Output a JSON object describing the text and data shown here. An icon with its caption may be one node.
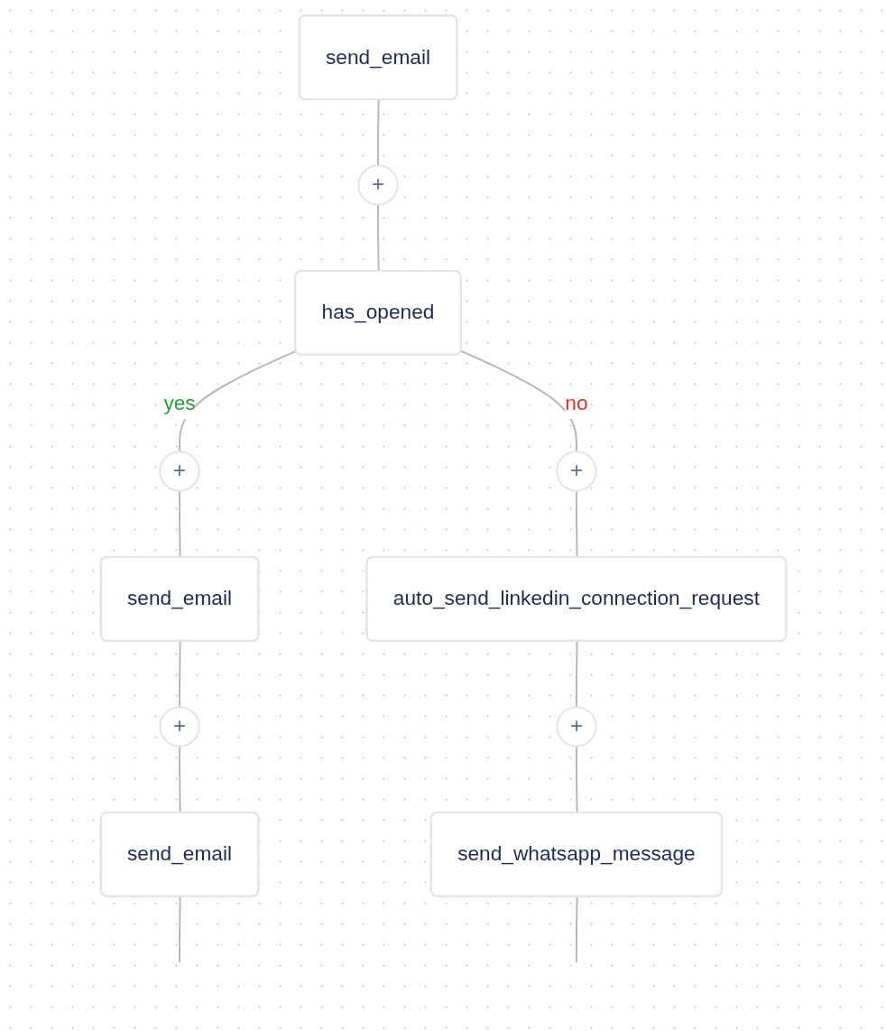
{
  "diagram": {
    "nodes": [
      {
        "text": [
          "send_email"
        ]
      },
      {
        "text": [
          "+"
        ]
      },
      {
        "text": [
          "has_opened"
        ]
      },
      {
        "text": [
          "+"
        ]
      },
      {
        "text": [
          "+"
        ]
      },
      {
        "text": [
          "send_email"
        ]
      },
      {
        "text": [
          "auto_send_linkedin_connection_request"
        ]
      },
      {
        "text": [
          "+"
        ]
      },
      {
        "text": [
          "+"
        ]
      },
      {
        "text": [
          "send_email"
        ]
      },
      {
        "text": [
          "send_whatsapp_message"
        ]
      }
    ],
    "edges": [
      {
        "from": 0,
        "to": 1,
        "arrow": "none"
      },
      {
        "from": 1,
        "to": 2,
        "arrow": "none"
      },
      {
        "from": 2,
        "to": 3,
        "label": "yes",
        "arrow": "none"
      },
      {
        "from": 2,
        "to": 4,
        "label": "no",
        "arrow": "none"
      },
      {
        "from": 3,
        "to": 5,
        "arrow": "none"
      },
      {
        "from": 4,
        "to": 6,
        "arrow": "none"
      },
      {
        "from": 5,
        "to": 7,
        "arrow": "none"
      },
      {
        "from": 6,
        "to": 8,
        "arrow": "none"
      },
      {
        "from": 7,
        "to": 9,
        "arrow": "none"
      },
      {
        "from": 8,
        "to": 10,
        "arrow": "none"
      },
      {
        "from": 9,
        "to": null,
        "arrow": "none"
      },
      {
        "from": 10,
        "to": null,
        "arrow": "none"
      }
    ]
  }
}
